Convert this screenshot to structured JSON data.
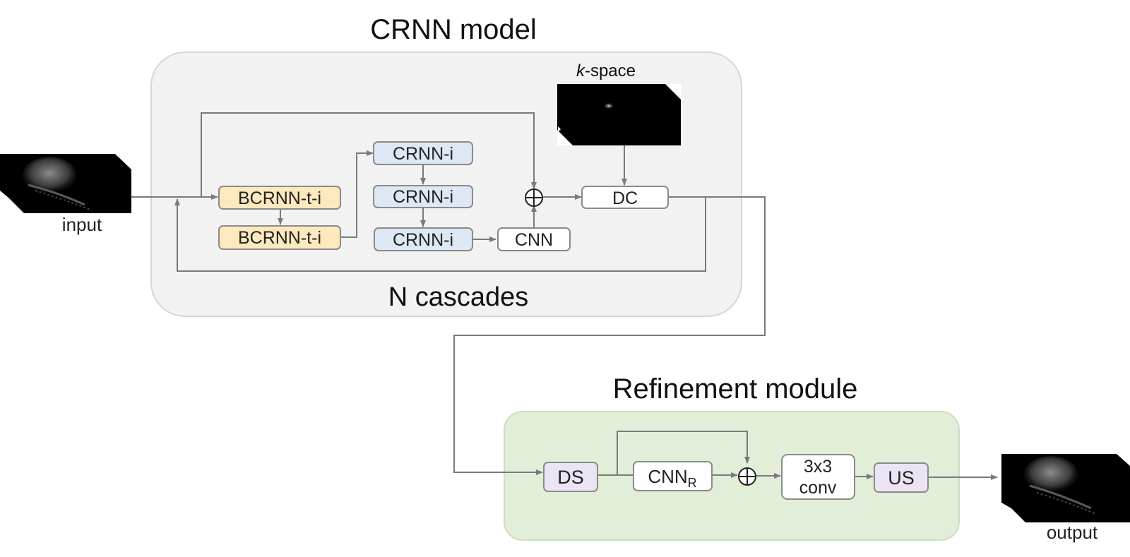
{
  "titles": {
    "crnn_model": "CRNN model",
    "refinement_module": "Refinement module"
  },
  "labels": {
    "n_cascades": "N cascades",
    "kspace_k": "k",
    "kspace_rest": "-space",
    "input": "input",
    "output": "output"
  },
  "crnn": {
    "bcrnn_1": "BCRNN-t-i",
    "bcrnn_2": "BCRNN-t-i",
    "crnn_1": "CRNN-i",
    "crnn_2": "CRNN-i",
    "crnn_3": "CRNN-i",
    "cnn": "CNN",
    "dc": "DC"
  },
  "refinement": {
    "ds": "DS",
    "cnn_r_main": "CNN",
    "cnn_r_sub": "R",
    "conv_line1": "3x3",
    "conv_line2": "conv",
    "us": "US"
  },
  "colors": {
    "crnn_panel": "#f2f2f2",
    "refinement_panel": "#e3eed9",
    "bcrnn_fill": "#fde9bd",
    "crnn_fill": "#dde8f4",
    "plain_fill": "#ffffff",
    "ds_us_fill": "#ece3f5",
    "line": "#7a7a7a"
  }
}
